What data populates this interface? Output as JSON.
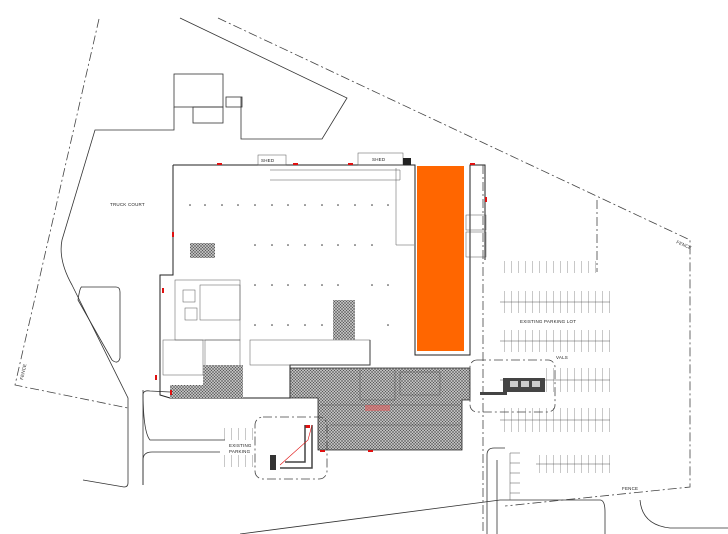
{
  "labels": {
    "truck_court": "TRUCK COURT",
    "shed_1": "SHED",
    "shed_2": "SHED",
    "existing_parking_lot": "EXISTING PARKING LOT",
    "valet": "VALS",
    "existing_parking_1": "EXISTING",
    "existing_parking_2": "PARKING",
    "fence_left": "FENCE",
    "fence_right": "FENCE",
    "fence_bottom": "FENCE"
  },
  "colors": {
    "highlight_area": "#FF6600",
    "door_marks": "#E01010",
    "hatch": "#888888"
  }
}
